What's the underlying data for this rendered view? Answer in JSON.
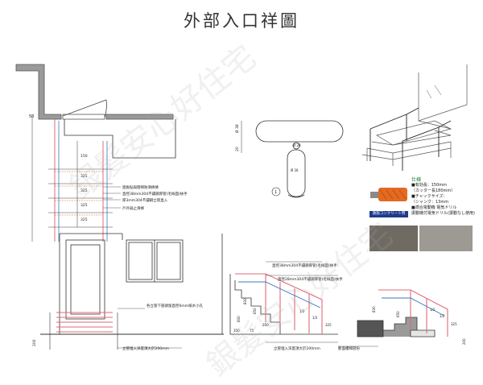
{
  "title": "外部入口祥圖",
  "watermark": "銀髮安心好住宅",
  "plan": {
    "label_grip_strip": "鋁板貼與階梯防滑條條",
    "label_handrail": "直徑38mm304不鏽鋼厚管(毛絲面)扶手",
    "label_post": "厚3mm304不鏽鋼立管直入",
    "label_ramp": "戶外與止滑條",
    "dim_top": "50",
    "dims": [
      "150",
      "325",
      "325",
      "325",
      "325"
    ]
  },
  "section_detail": {
    "dim_38": "Ø 38",
    "dim_28": "Ø 28",
    "dim_36": "Ø 36",
    "dim_20": "20",
    "marker": "1"
  },
  "elevation": {
    "label_drain": "各立管下部請留直徑6mm排水小孔",
    "label_embed": "立管埋入深度須大於200mm",
    "dim_200": "200"
  },
  "side1": {
    "label_handrail_38": "直徑38mm304不鏽鋼厚管(毛絲面)扶手",
    "label_handrail_28": "直徑28mm304不鏽鋼厚管(毛絲面)扶手",
    "label_embed": "立管埋入深度須大於200mm",
    "dims": [
      "830",
      "650",
      "600",
      "200",
      "1/2",
      "1/2",
      "325",
      "75",
      "350"
    ]
  },
  "side2": {
    "label_stair": "斷面樓梯剖份",
    "dims": [
      "830",
      "650",
      "1/2",
      "1/2",
      "325",
      "200"
    ]
  },
  "spec": {
    "heading": "仕様",
    "items": [
      "■有効長：150mm",
      "（カッター長180mm）",
      "■チャックサイズ：",
      "（シャンク：13mm",
      "■適合電動機 電気ドリル",
      "振動機付電気ドリル(振動なし使用)"
    ],
    "badge": "鉄筋コンクリート用"
  },
  "colors": {
    "line": "#333333",
    "wall": "#9a9a9a",
    "pink": "#e06a78",
    "blue": "#3a78c2",
    "orange": "#e46a22"
  }
}
